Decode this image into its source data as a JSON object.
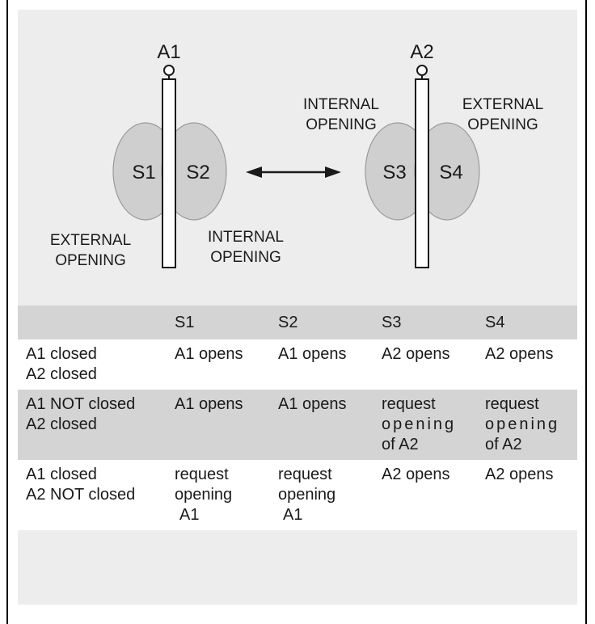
{
  "diagram": {
    "gate1_label": "A1",
    "gate2_label": "A2",
    "space1": "S1",
    "space2": "S2",
    "space3": "S3",
    "space4": "S4",
    "left_external_1": "EXTERNAL",
    "left_external_2": "OPENING",
    "left_internal_1": "INTERNAL",
    "left_internal_2": "OPENING",
    "right_internal_1": "INTERNAL",
    "right_internal_2": "OPENING",
    "right_external_1": "EXTERNAL",
    "right_external_2": "OPENING"
  },
  "table": {
    "headers": [
      "",
      "S1",
      "S2",
      "S3",
      "S4"
    ],
    "rows": [
      {
        "condition": [
          "A1 closed",
          "A2 closed"
        ],
        "s1": [
          "A1 opens"
        ],
        "s2": [
          "A1 opens"
        ],
        "s3": [
          "A2 opens"
        ],
        "s4": [
          "A2 opens"
        ]
      },
      {
        "condition": [
          "A1 NOT closed",
          "A2 closed"
        ],
        "s1": [
          "A1 opens"
        ],
        "s2": [
          "A1 opens"
        ],
        "s3": [
          "request",
          "opening",
          "of A2"
        ],
        "s4": [
          "request",
          "opening",
          "of A2"
        ]
      },
      {
        "condition": [
          "A1 closed",
          "A2 NOT closed"
        ],
        "s1": [
          "request",
          "opening",
          "A1"
        ],
        "s2": [
          "request",
          "opening",
          "A1"
        ],
        "s3": [
          "A2 opens"
        ],
        "s4": [
          "A2 opens"
        ]
      }
    ]
  }
}
